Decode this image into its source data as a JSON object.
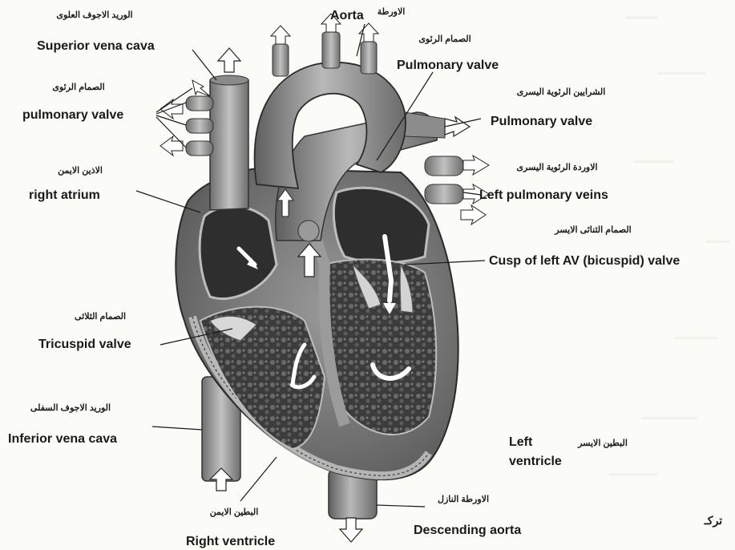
{
  "labels": {
    "aorta": {
      "en": "Aorta",
      "ar": "الاورطة"
    },
    "svc": {
      "en": "Superior vena cava",
      "ar": "الوريد الاجوف العلوى"
    },
    "pv_top": {
      "en": "Pulmonary valve",
      "ar": "الصمام الرئوى"
    },
    "pv_left": {
      "en": "pulmonary valve",
      "ar": "الصمام الرئوى"
    },
    "pv_right": {
      "en": "Pulmonary valve",
      "ar": "الشرايين الرئوية اليسرى"
    },
    "lpv": {
      "en": "Left pulmonary veins",
      "ar": "الاوردة الرئوية اليسرى"
    },
    "right_atrium": {
      "en": "right atrium",
      "ar": "الاذين الايمن"
    },
    "bicuspid": {
      "en": "Cusp of left AV (bicuspid) valve",
      "ar": "الصمام الثنائى الايسر"
    },
    "tricuspid": {
      "en": "Tricuspid valve",
      "ar": "الصمام الثلاثى"
    },
    "ivc": {
      "en": "Inferior vena cava",
      "ar": "الوريد الاجوف السفلى"
    },
    "lv": {
      "en_line1": "Left",
      "en_line2": "ventricle",
      "ar": "البطين الايسر"
    },
    "rv": {
      "en": "Right ventricle",
      "ar": "البطين الايمن"
    },
    "desc_aorta": {
      "en": "Descending aorta",
      "ar": "الاورطة النازل"
    }
  },
  "edge_fragment": "تركـ",
  "colors": {
    "ink": "#1a1a1a",
    "heart_light": "#a9a9a9",
    "heart_mid": "#7c7c7c",
    "heart_dark": "#4a4a4a",
    "chamber": "#3a3a3a",
    "paper": "#fbfbf8"
  }
}
